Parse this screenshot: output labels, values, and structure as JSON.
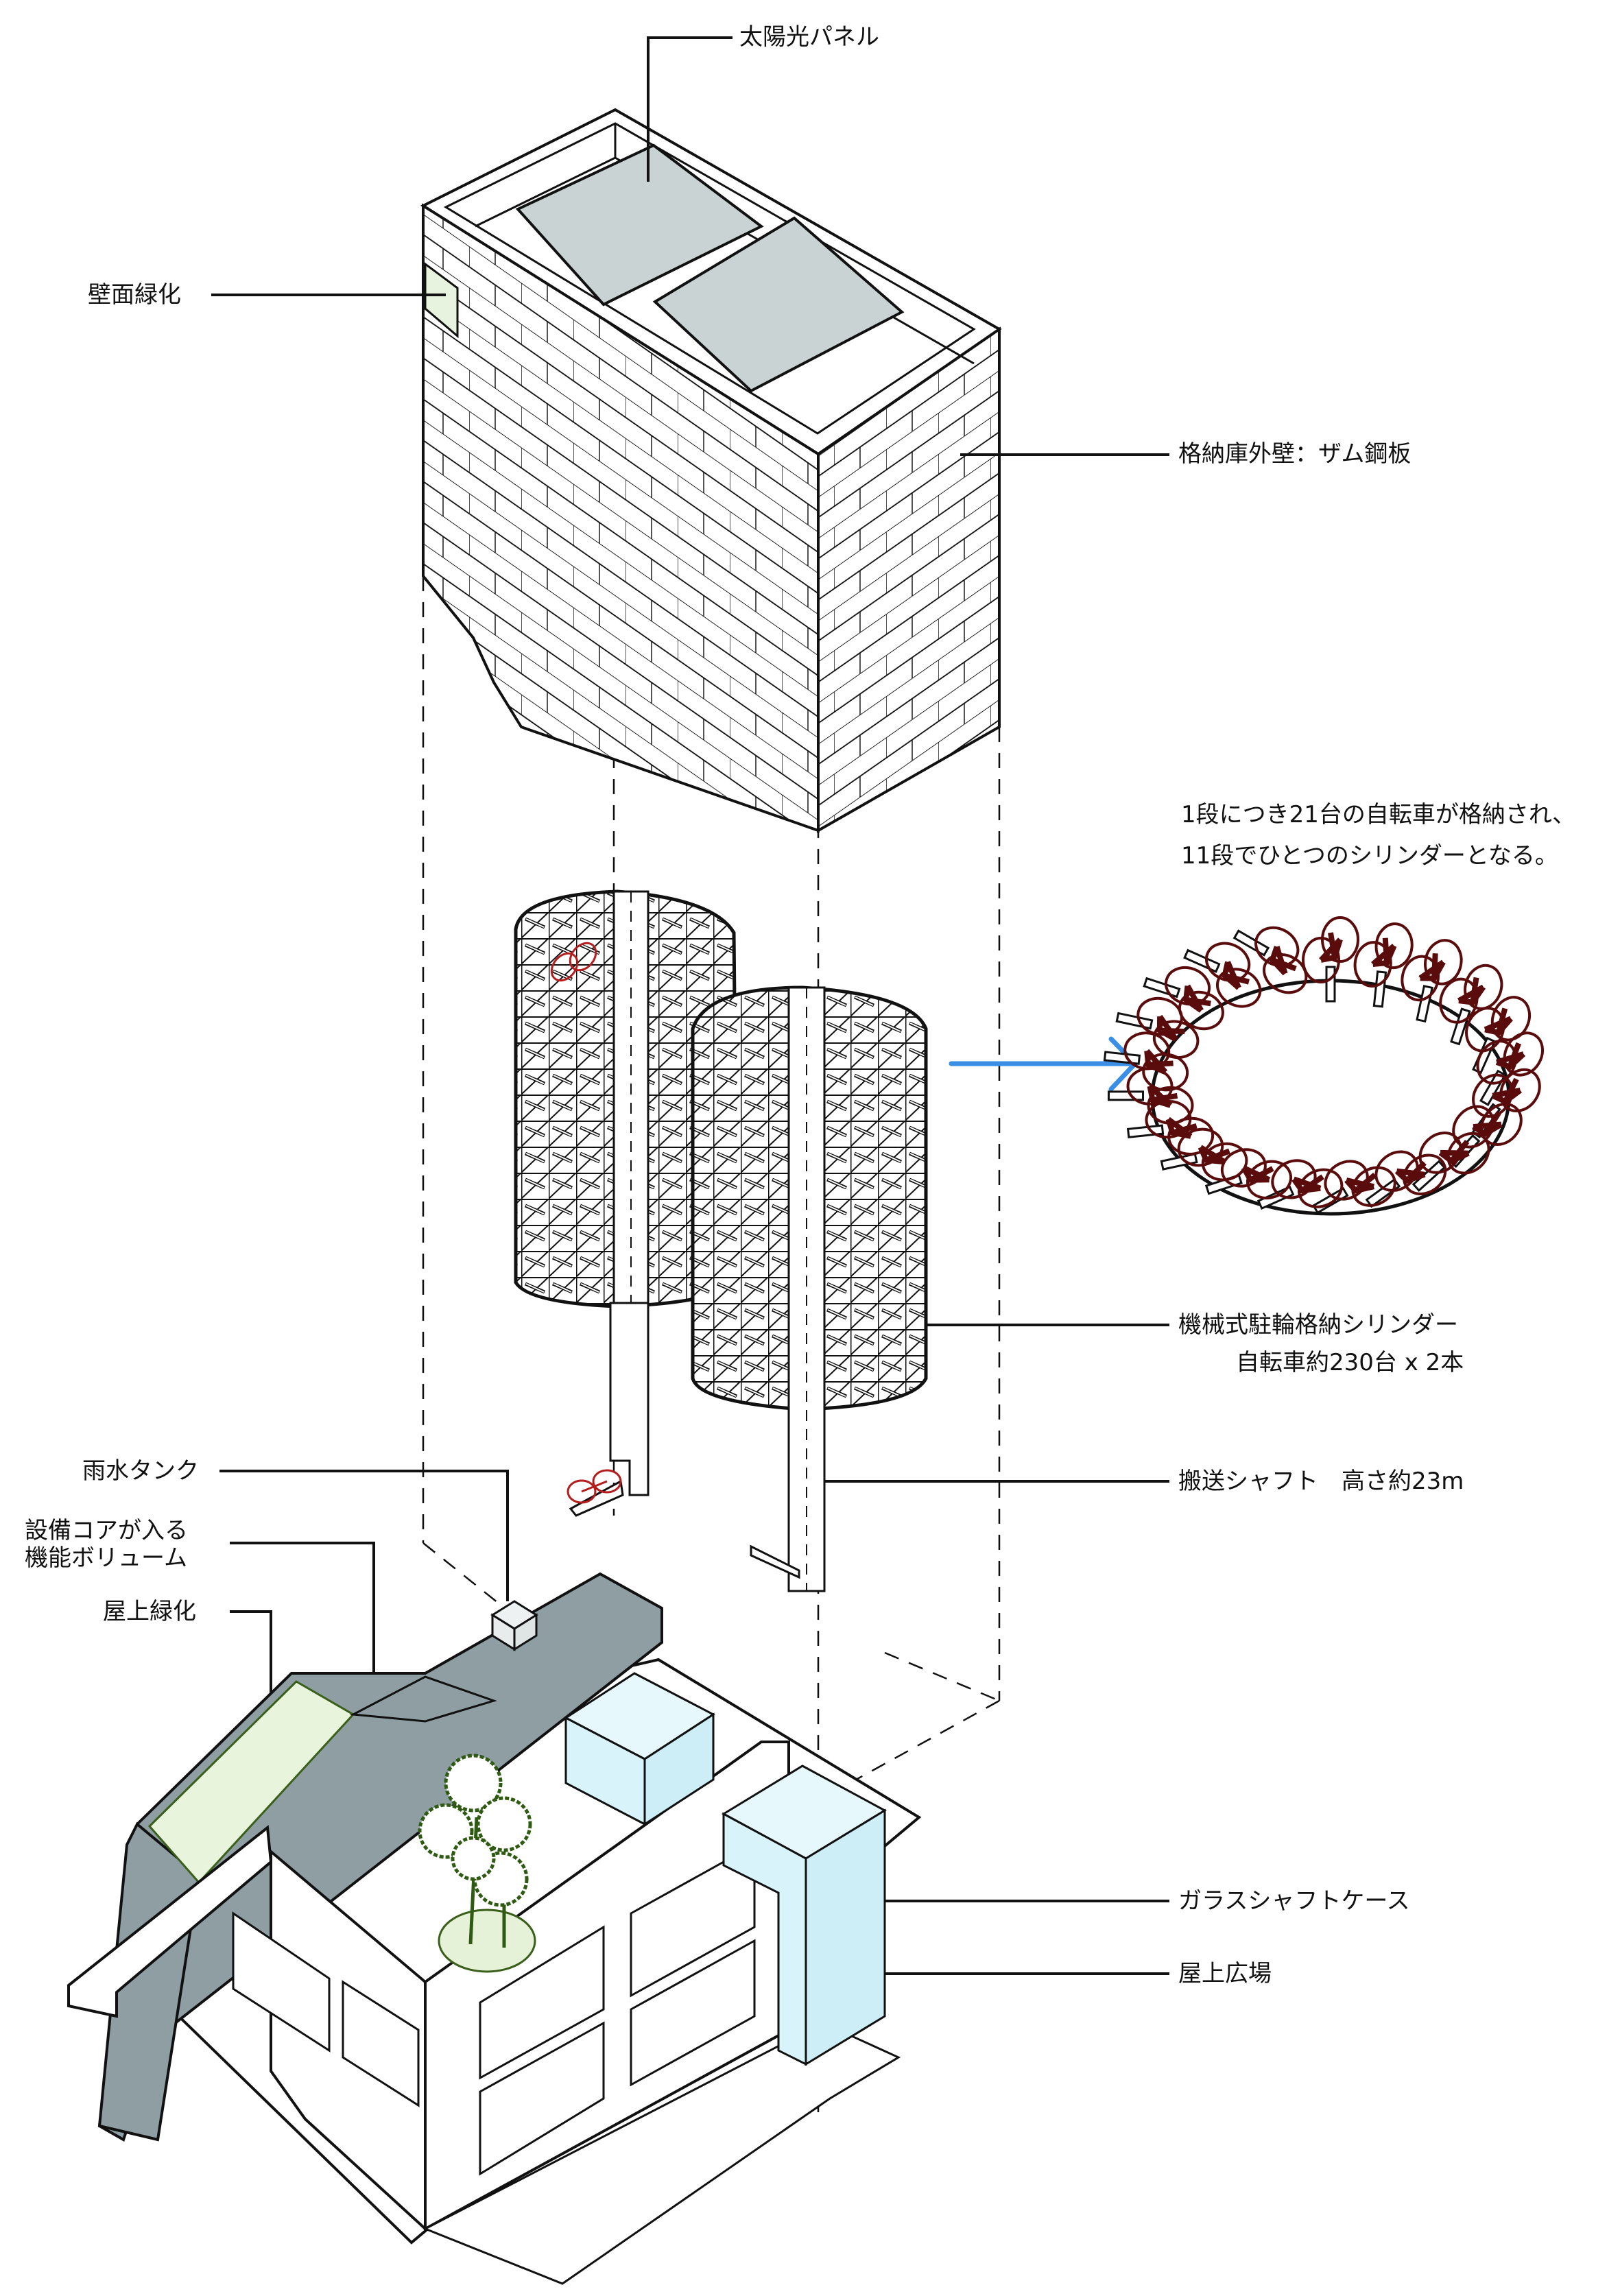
{
  "diagram": {
    "title": "",
    "colors": {
      "line": "#111111",
      "solar_panel": "#c9d3d4",
      "wall_green": "#e8f3df",
      "volume_gray": "#8e9ea3",
      "roof_green": "#e8f5dc",
      "roof_green_edge": "#3a5f1a",
      "glass": "#d9f3fa",
      "tree": "#2f5a12",
      "tree_base": "#e6f2d8",
      "bicycle": "#5a0c0c",
      "bicycle_accent": "#b51c1c",
      "arrow": "#3a8ee6",
      "rain_tank": "#e8ecec"
    },
    "labels": {
      "solar_panel": "太陽光パネル",
      "wall_greening": "壁面緑化",
      "storage_exterior_wall": "格納庫外壁：ザム鋼板",
      "cylinder_caption_line1": "1段につき21台の自転車が格納され、",
      "cylinder_caption_line2": "11段でひとつのシリンダーとなる。",
      "cylinder_name": "機械式駐輪格納シリンダー",
      "cylinder_capacity": "自転車約230台 x 2本",
      "transport_shaft": "搬送シャフト　高さ約23m",
      "rain_tank": "雨水タンク",
      "core_volume_line1": "設備コアが入る",
      "core_volume_line2": "機能ボリューム",
      "roof_greening": "屋上緑化",
      "glass_shaft_case": "ガラスシャフトケース",
      "rooftop_plaza": "屋上広場"
    },
    "components": [
      {
        "id": "storage-box",
        "name": "格納庫",
        "icon": "brick-wall-box"
      },
      {
        "id": "solar-panels",
        "count": 2,
        "icon": "solar-panel"
      },
      {
        "id": "cylinders",
        "count": 2,
        "bikes_per_tier": 21,
        "tiers": 11,
        "bikes_per_cylinder_approx": 230
      },
      {
        "id": "shaft",
        "height_approx_m": 23
      },
      {
        "id": "detail-arrow",
        "icon": "arrow-right-icon"
      },
      {
        "id": "tier-ring-detail",
        "icon": "bicycle-ring"
      }
    ]
  }
}
